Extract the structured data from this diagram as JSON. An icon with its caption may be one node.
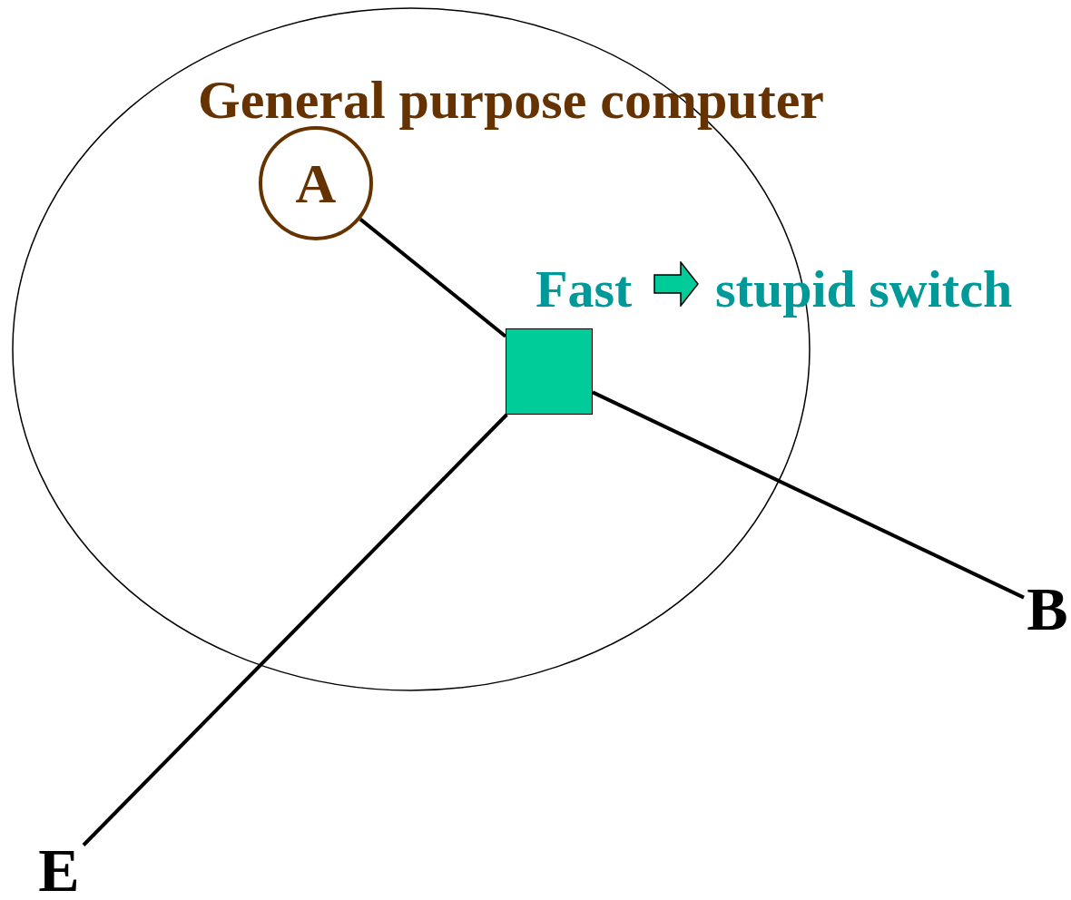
{
  "diagram": {
    "nodes": [
      {
        "text": [],
        "shape": "ellipse"
      },
      {
        "text": [
          "A"
        ],
        "beside": [
          "General purpose computer"
        ],
        "in": 0
      },
      {
        "text": [],
        "shape": "box",
        "beside": [
          "Fast",
          "stupid switch"
        ],
        "in": 0
      },
      {
        "text": [
          "B"
        ]
      },
      {
        "text": [
          "E"
        ]
      }
    ],
    "edges": [
      {
        "from": 1,
        "to": 2,
        "arrow": "none"
      },
      {
        "from": 2,
        "to": 3,
        "arrow": "none"
      },
      {
        "from": 2,
        "to": 4,
        "arrow": "none"
      }
    ]
  }
}
